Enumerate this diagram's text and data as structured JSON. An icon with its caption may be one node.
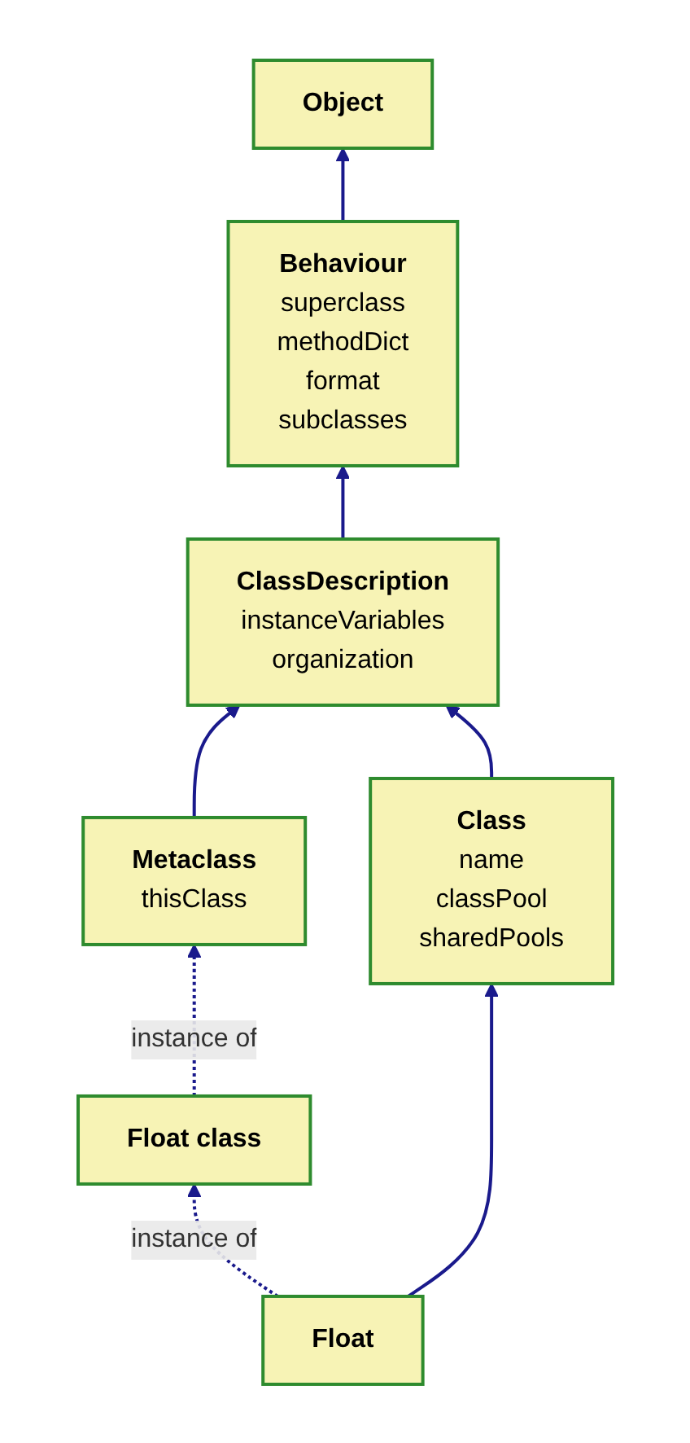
{
  "diagram": {
    "nodes": [
      {
        "text": [
          "Object"
        ]
      },
      {
        "text": [
          "Behaviour",
          "superclass",
          "methodDict",
          "format",
          "subclasses"
        ]
      },
      {
        "text": [
          "ClassDescription",
          "instanceVariables",
          "organization"
        ]
      },
      {
        "text": [
          "Metaclass",
          "thisClass"
        ]
      },
      {
        "text": [
          "Class",
          "name",
          "classPool",
          "sharedPools"
        ]
      },
      {
        "text": [
          "Float class"
        ]
      },
      {
        "text": [
          "Float"
        ]
      }
    ],
    "edges": [
      {
        "from": 1,
        "to": 0,
        "arrow": "to"
      },
      {
        "from": 2,
        "to": 1,
        "arrow": "to"
      },
      {
        "from": 3,
        "to": 2,
        "arrow": "to"
      },
      {
        "from": 4,
        "to": 2,
        "arrow": "to"
      },
      {
        "from": 5,
        "to": 3,
        "arrow": "to",
        "style": "dashed",
        "label": "instance of"
      },
      {
        "from": 6,
        "to": 5,
        "arrow": "to",
        "style": "dashed",
        "label": "instance of"
      },
      {
        "from": 6,
        "to": 4,
        "arrow": "to"
      }
    ]
  }
}
